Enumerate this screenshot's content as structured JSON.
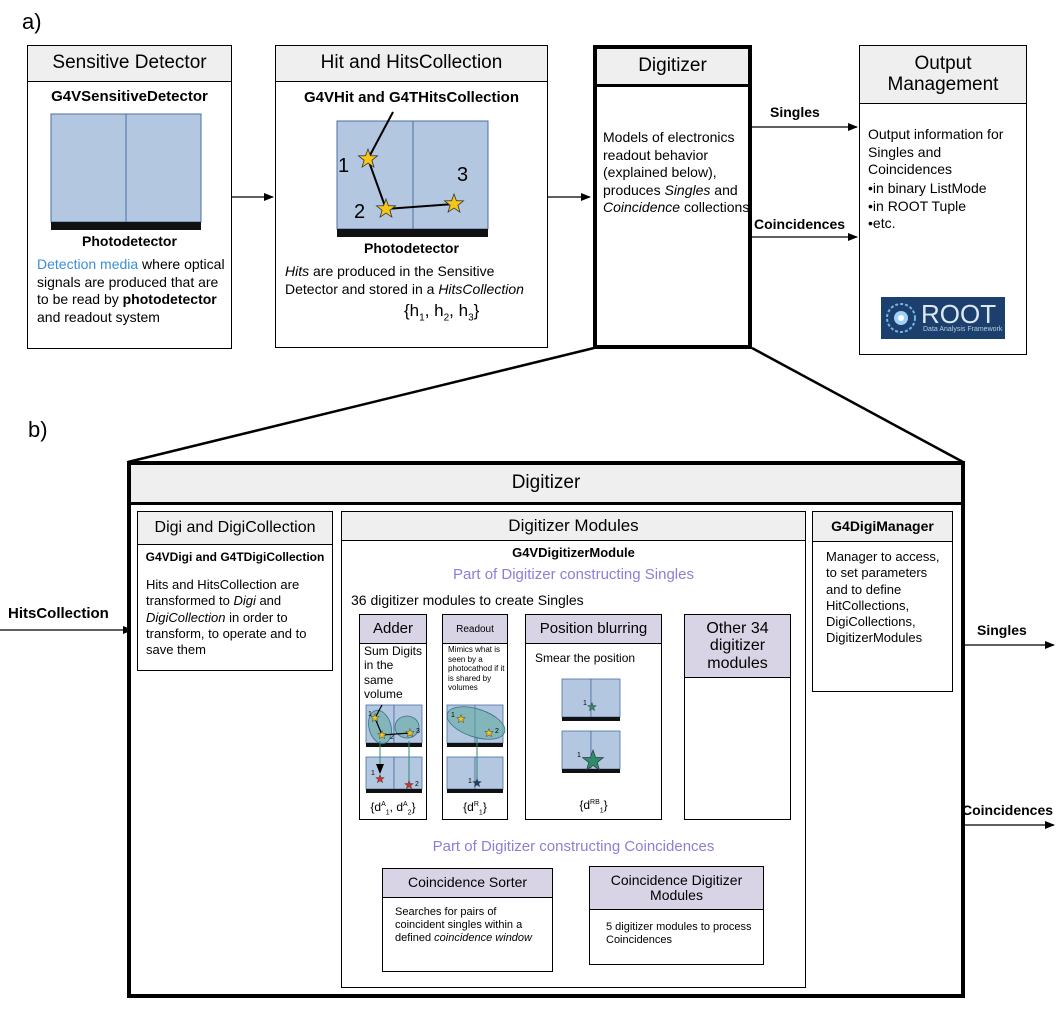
{
  "panel_a": {
    "label": "a)",
    "sd": {
      "title": "Sensitive Detector",
      "class_name": "G4VSensitiveDetector",
      "photodetector": "Photodetector",
      "desc_1": "Detection media",
      "desc_2": " where optical signals are produced that are to be read by ",
      "desc_3": "photodetector",
      "desc_4": " and readout system"
    },
    "hit": {
      "title": "Hit and HitsCollection",
      "class_name": "G4VHit and G4THitsCollection",
      "photodetector": "Photodetector",
      "n1": "1",
      "n2": "2",
      "n3": "3",
      "desc_1": "Hits",
      "desc_2": " are produced in the Sensitive Detector and stored in a ",
      "desc_3": "HitsCollection",
      "set_open": "{h",
      "set_s1": "1",
      "set_sep1": ", h",
      "set_s2": "2",
      "set_sep2": ", h",
      "set_s3": "3",
      "set_close": "}"
    },
    "digitizer": {
      "title": "Digitizer",
      "desc_1": "Models of electronics readout behavior (explained below), produces ",
      "desc_2": "Singles",
      "desc_3": " and ",
      "desc_4": "Coincidence",
      "desc_5": " collections"
    },
    "singles_label": "Singles",
    "coincidences_label": "Coincidences",
    "output": {
      "title": "Output Management",
      "desc": "Output information for Singles and Coincidences",
      "bullets": [
        "in binary ListMode",
        "in ROOT Tuple",
        "etc."
      ],
      "root_logo_text": "ROOT",
      "root_logo_sub": "Data Analysis Framework"
    }
  },
  "panel_b": {
    "label": "b)",
    "title": "Digitizer",
    "hits_collection_label": "HitsCollection",
    "singles_label": "Singles",
    "coincidences_label": "Coincidences",
    "digi": {
      "title": "Digi and DigiCollection",
      "class_name": "G4VDigi and G4TDigiCollection",
      "desc_1": "Hits and HitsCollection are transformed to ",
      "desc_2": "Digi",
      "desc_3": " and ",
      "desc_4": "DigiCollection",
      "desc_5": " in order to transform, to operate and to save them"
    },
    "modules": {
      "title": "Digitizer Modules",
      "class_name": "G4VDigitizerModule",
      "singles_part": "Part of Digitizer constructing Singles",
      "count_text": "36 digitizer modules to create Singles",
      "adder": {
        "title": "Adder",
        "desc": "Sum Digits in the same volume",
        "n1": "1",
        "n2": "2",
        "n3": "3",
        "o1": "1",
        "o2": "2",
        "set_open": "{d",
        "set_s1": "A",
        "set_sub1": "1",
        "set_sep": ", d",
        "set_s2": "A",
        "set_sub2": "2",
        "set_close": "}"
      },
      "readout": {
        "title": "Readout",
        "desc": "Mimics what is seen by a photocathod if it is shared by volumes",
        "n1": "1",
        "n2": "2",
        "o1": "1",
        "set_open": "{d",
        "set_s1": "R",
        "set_sub1": "1",
        "set_close": "}"
      },
      "blurring": {
        "title": "Position blurring",
        "desc": "Smear the position",
        "n1": "1",
        "o1": "1",
        "set_open": "{d",
        "set_s1": "RB",
        "set_sub1": "1",
        "set_close": "}"
      },
      "other": {
        "title": "Other 34 digitizer modules"
      },
      "coinc_part": "Part of Digitizer constructing Coincidences",
      "sorter": {
        "title": "Coincidence Sorter",
        "desc_1": "Searches for pairs of coincident singles within a defined ",
        "desc_2": "coincidence window"
      },
      "coinc_modules": {
        "title": "Coincidence Digitizer Modules",
        "desc": "5 digitizer modules to process Coincidences"
      }
    },
    "manager": {
      "title": "G4DigiManager",
      "desc": "Manager to access, to set parameters and to define HitCollections, DigiCollections, DigitizerModules"
    }
  },
  "colors": {
    "detector_fill": "#b3c7e0",
    "header_fill": "#efefef",
    "module_header_fill": "#d9d3e6",
    "star_yellow": "#f5c518",
    "star_red": "#d0312d",
    "star_green": "#2e8b6e",
    "ellipse_teal": "#5aa89a",
    "accent_blue": "#3a8fd8",
    "accent_purple": "#8b7fd8"
  }
}
